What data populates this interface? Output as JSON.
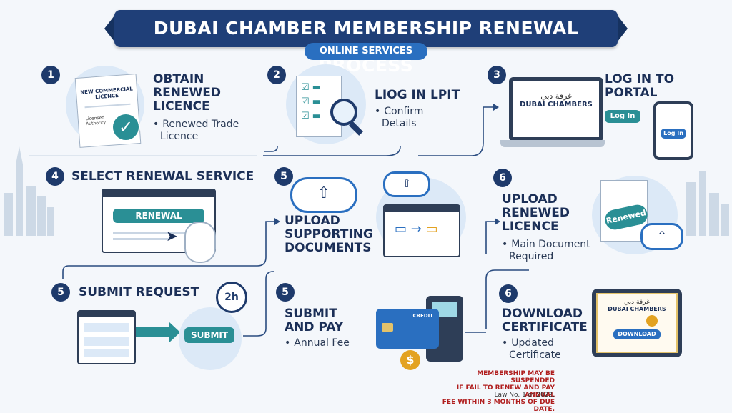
{
  "header": {
    "title": "DUBAI CHAMBER MEMBERSHIP RENEWAL PROCESS",
    "subtitle": "ONLINE SERVICES"
  },
  "steps": [
    {
      "num": "1",
      "head1": "OBTAIN",
      "head2": "RENEWED",
      "head3": "LICENCE",
      "b1a": "Renewed Trade",
      "b1b": "Licence",
      "doc_title1": "NEW COMMERCIAL",
      "doc_title2": "LICENCE",
      "doc_foot1": "Licensed",
      "doc_foot2": "Authority"
    },
    {
      "num": "2",
      "head": "LIOG IN LPIT",
      "b1a": "Confirm",
      "b1b": "Details"
    },
    {
      "num": "3",
      "head1": "LOG IN TO",
      "head2": "PORTAL",
      "logo_ar": "غرفة دبي",
      "logo_en": "DUBAI CHAMBERS",
      "login_btn": "Log In",
      "phone_btn": "Log In"
    },
    {
      "num": "4",
      "head": "SELECT RENEWAL SERVICE",
      "btn": "RENEWAL"
    },
    {
      "num": "5",
      "head1": "UPLOAD",
      "head2": "SUPPORTING",
      "head3": "DOCUMENTS"
    },
    {
      "num": "6",
      "head1": "UPLOAD",
      "head2": "RENEWED",
      "head3": "LICENCE",
      "b1a": "Main Document",
      "b1b": "Required",
      "stamp": "Renewed"
    },
    {
      "num": "5",
      "head": "SUBMIT REQUEST",
      "btn": "SUBMIT",
      "timer": "2h"
    },
    {
      "num": "5",
      "head1": "SUBMIT",
      "head2": "AND PAY",
      "b1": "Annual Fee",
      "card": "CREDIT"
    },
    {
      "num": "6",
      "head1": "DOWNLOAD",
      "head2": "CERTIFICATE",
      "b1a": "Updated",
      "b1b": "Certificate",
      "cert_ar": "غرفة دبي",
      "cert_en": "DUBAI CHAMBERS",
      "btn": "DOWNLOAD"
    }
  ],
  "footer": {
    "note1": "MEMBERSHIP MAY BE SUSPENDED",
    "note2": "IF FAIL TO RENEW AND PAY ANNUAL",
    "note3": "FEE WITHIN 3 MONTHS OF DUE DATE.",
    "law": "Law No. 1 of 2022."
  },
  "colors": {
    "navy": "#1f3f78",
    "blue": "#2a6fc0",
    "teal": "#2a8f95",
    "note": "#b01e1e"
  }
}
